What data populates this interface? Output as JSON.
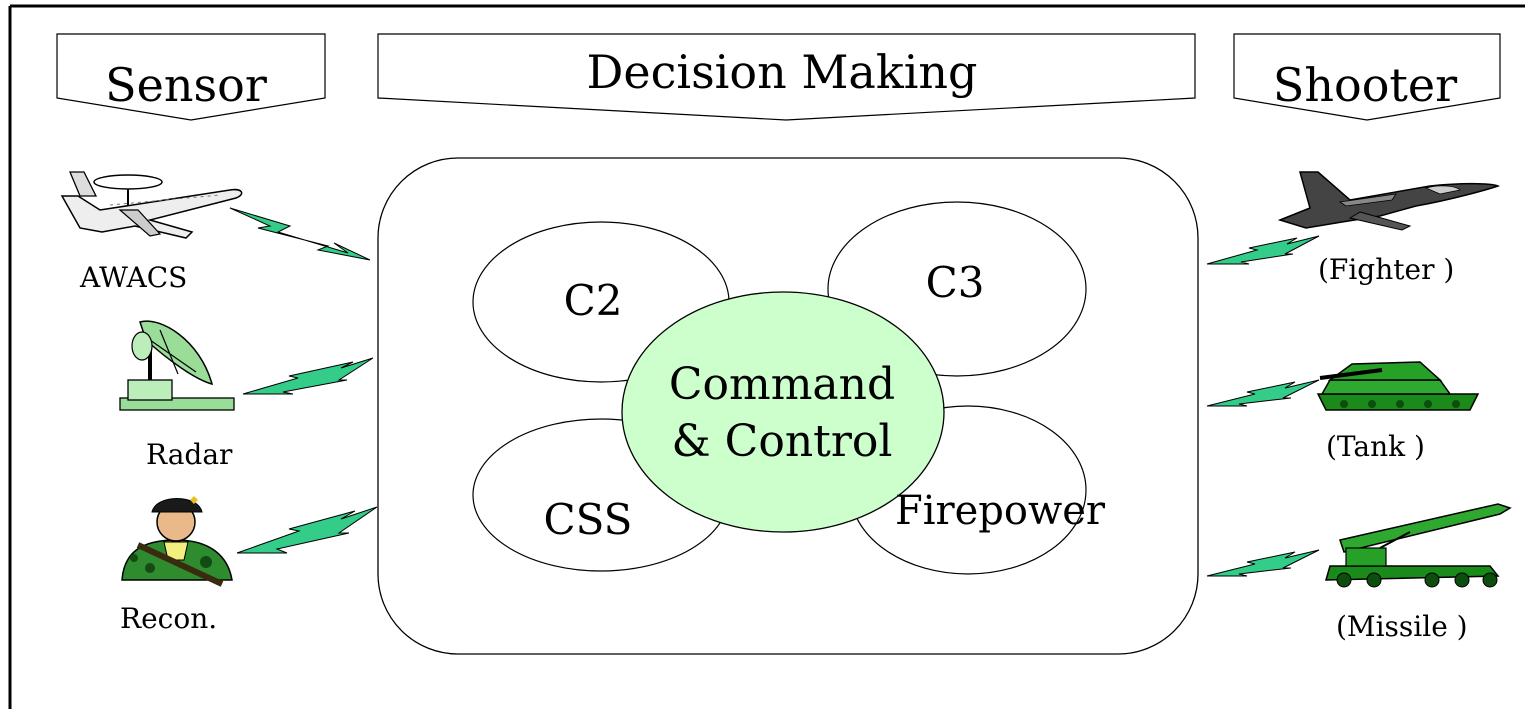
{
  "headers": {
    "sensor": "Sensor",
    "decision": "Decision Making",
    "shooter": "Shooter"
  },
  "sensors": {
    "awacs": "AWACS",
    "radar": "Radar",
    "recon": "Recon."
  },
  "shooters": {
    "fighter": "(Fighter )",
    "tank": "(Tank  )",
    "missile": "(Missile )"
  },
  "core": {
    "c2": "C2",
    "c3": "C3",
    "css": "CSS",
    "firepower": "Firepower",
    "center_line1": "Command",
    "center_line2": "& Control"
  },
  "colors": {
    "center_fill": "#ccffcc",
    "bolt_fill": "#33cc88",
    "vehicle_green": "#1a8a1a",
    "radar_green": "#99dd99"
  }
}
